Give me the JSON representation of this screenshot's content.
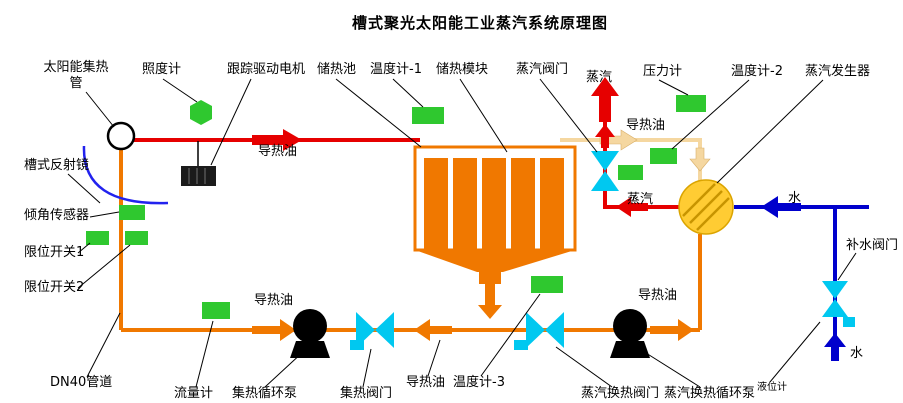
{
  "title": "槽式聚光太阳能工业蒸汽系统原理图",
  "labels": {
    "collector_tube": "太阳能集热管",
    "illuminance_meter": "照度计",
    "tracking_motor": "跟踪驱动电机",
    "storage_tank": "储热池",
    "thermometer_1": "温度计-1",
    "storage_module": "储热模块",
    "steam_valve": "蒸汽阀门",
    "steam_top": "蒸汽",
    "pressure_gauge": "压力计",
    "thermometer_2": "温度计-2",
    "steam_generator": "蒸汽发生器",
    "oil_top_left": "导热油",
    "oil_top_right": "导热油",
    "trough_reflector": "槽式反射镜",
    "tilt_sensor": "倾角传感器",
    "limit_switch_1": "限位开关1",
    "limit_switch_2": "限位开关2",
    "steam_mid": "蒸汽",
    "water_right": "水",
    "makeup_valve": "补水阀门",
    "dn40_pipe": "DN40管道",
    "flow_meter": "流量计",
    "collector_pump": "集热循环泵",
    "collector_valve": "集热阀门",
    "oil_bottom_left": "导热油",
    "oil_bottom_mid": "导热油",
    "thermometer_3": "温度计-3",
    "heat_exchange_valve": "蒸汽换热阀门",
    "heat_exchange_pump": "蒸汽换热循环泵",
    "level_gauge": "液位计",
    "oil_bottom_right": "导热油",
    "water_bottom": "水"
  },
  "colors": {
    "hot_oil_pipe": "#e60000",
    "oil_return_pipe": "#f5d7a0",
    "oil_pipe": "#f07800",
    "water_pipe": "#0000cc",
    "valve": "#00c8f0",
    "sensor": "#2fc82f",
    "generator": "#ffcc33",
    "pump": "#000000"
  },
  "icons": {
    "collector_tube_icon": "black-outlined-circle",
    "reflector_icon": "blue-arc",
    "illuminance_icon": "green-hexagon",
    "motor_icon": "dark-rectangle",
    "valve_icon": "cyan-bowtie",
    "pump_icon": "black-circle-on-pedestal",
    "generator_icon": "yellow-hatched-circle",
    "sensor_icon": "green-rectangle",
    "tank_icon": "orange-striped-tank-with-funnel"
  }
}
